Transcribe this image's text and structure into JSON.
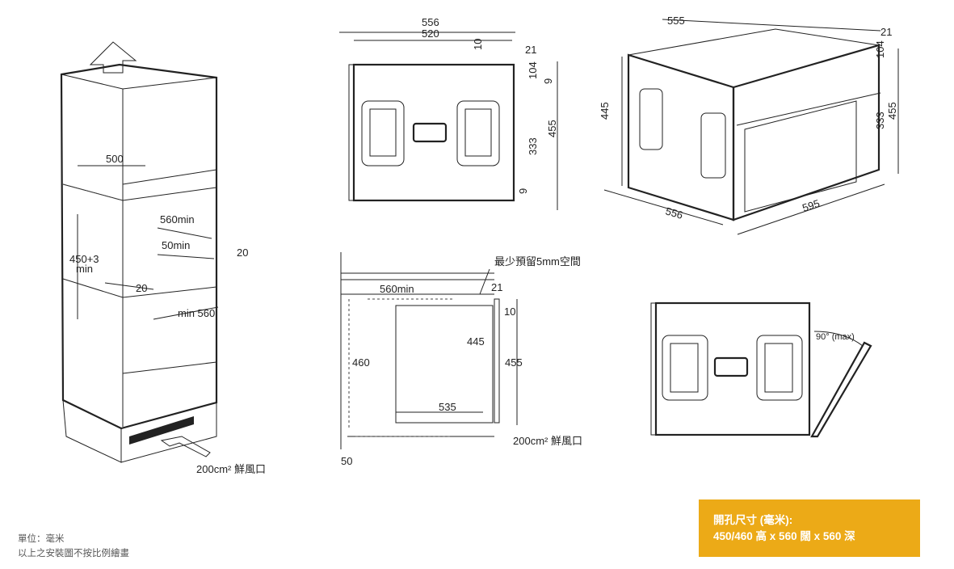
{
  "cabinet": {
    "w500": "500",
    "w560min": "560min",
    "gap50": "50min",
    "gap20r": "20",
    "h450": "450+3",
    "h450b": "min",
    "gap20": "20",
    "min560": "min 560",
    "vent": "200cm² 鮮風口"
  },
  "front": {
    "w556": "556",
    "w520": "520",
    "d10": "10",
    "d21": "21",
    "d104": "104",
    "d9a": "9",
    "h455": "455",
    "h333": "333",
    "d9b": "9"
  },
  "iso": {
    "w555": "555",
    "d21": "21",
    "d104": "104",
    "h445": "445",
    "h455": "455",
    "h333": "333",
    "d556": "556",
    "w595": "595"
  },
  "section": {
    "note": "最少預留5mm空間",
    "w560min": "560min",
    "d21": "21",
    "d10": "10",
    "h445": "445",
    "h460": "460",
    "h455": "455",
    "w535": "535",
    "vent": "200cm² 鮮風口",
    "d50": "50"
  },
  "door": {
    "angle": "90° (max)"
  },
  "notes": {
    "unit": "單位：毫米",
    "disclaimer": "以上之安裝圖不按比例繪畫"
  },
  "spec": {
    "title": "開孔尺寸 (毫米):",
    "dims": "450/460 高 x 560 闊 x 560 深"
  },
  "colors": {
    "accent": "#ecaa17"
  }
}
